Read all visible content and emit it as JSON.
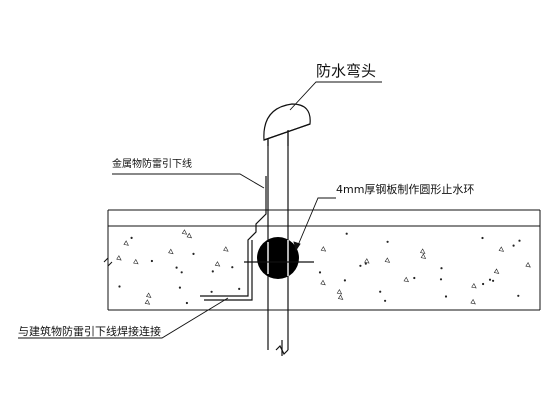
{
  "labels": {
    "waterproof_elbow": "防水弯头",
    "metal_lightning_downconductor": "金属物防雷引下线",
    "steel_ring": "4mm厚钢板制作圆形止水环",
    "weld_connection": "与建筑物防雷引下线焊接连接"
  },
  "colors": {
    "line": "#111111",
    "concrete_fill": "#ffffff",
    "ring_fill": "#000000"
  }
}
